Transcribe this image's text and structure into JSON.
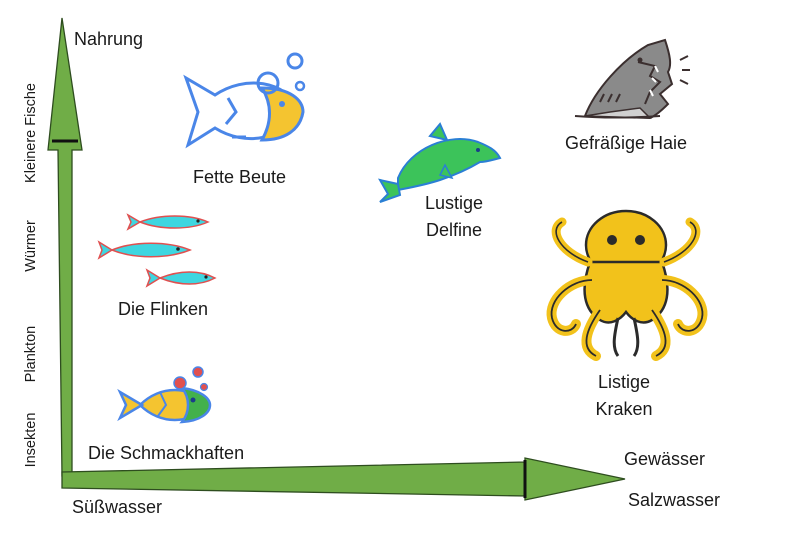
{
  "axes": {
    "y_title": "Nahrung",
    "y_levels": [
      "Insekten",
      "Plankton",
      "Würmer",
      "Kleinere Fische"
    ],
    "x_start": "Süßwasser",
    "x_end_top": "Gewässer",
    "x_end_bottom": "Salzwasser"
  },
  "creatures": {
    "fette_beute": "Fette Beute",
    "die_flinken": "Die Flinken",
    "die_schmackhaften": "Die Schmackhaften",
    "lustige_delfine_l1": "Lustige",
    "lustige_delfine_l2": "Delfine",
    "gefraessige_haie": "Gefräßige Haie",
    "listige_kraken_l1": "Listige",
    "listige_kraken_l2": "Kraken"
  },
  "colors": {
    "arrow_green": "#70ad47",
    "arrow_outline": "#2e4d1f",
    "fish_blue": "#4a86e8",
    "fish_yellow": "#f4c430",
    "fish_cyan": "#3ed6e0",
    "fish_red": "#e05050",
    "fish_green": "#43b14b",
    "dolphin_green": "#3cc35a",
    "dolphin_blue": "#2a7fd4",
    "shark_grey": "#8a8a8a",
    "octopus_yellow": "#f2c21b"
  }
}
